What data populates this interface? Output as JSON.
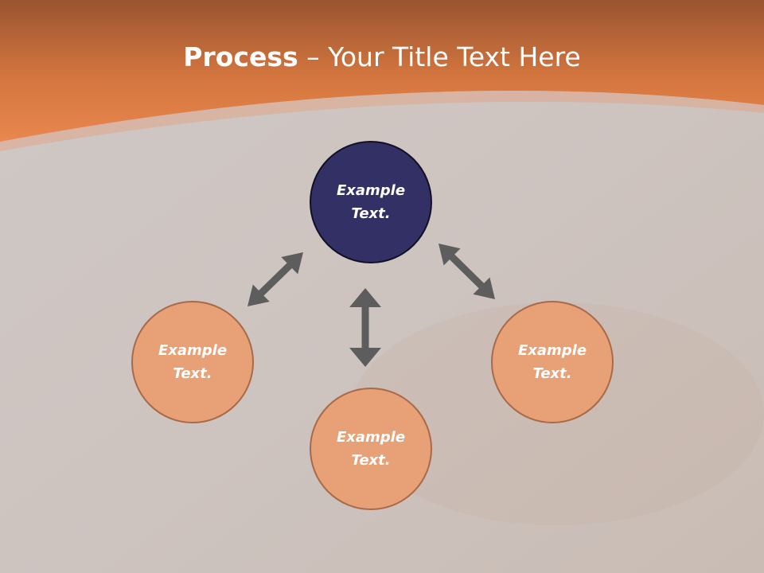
{
  "title": {
    "bold": "Process",
    "rest": " – Your Title Text Here"
  },
  "nodes": {
    "center": {
      "line1": "Example",
      "line2": "Text."
    },
    "left": {
      "line1": "Example",
      "line2": "Text."
    },
    "bottom": {
      "line1": "Example",
      "line2": "Text."
    },
    "right": {
      "line1": "Example",
      "line2": "Text."
    }
  },
  "colors": {
    "header": "#e07c45",
    "background": "#cfc7c4",
    "center_node": "#323065",
    "outer_node": "#e8a077",
    "arrow": "#5d5d5d"
  }
}
